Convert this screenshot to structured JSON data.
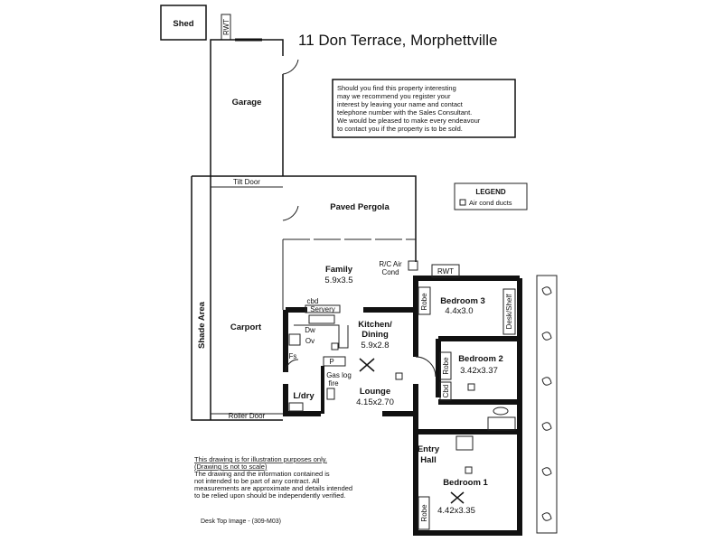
{
  "title": "11 Don Terrace,  Morphettville",
  "rooms": {
    "shed": "Shed",
    "rwt_top": "RWT",
    "garage": "Garage",
    "tilt_door": "Tilt Door",
    "paved_pergola": "Paved Pergola",
    "shade_area": "Shade Area",
    "carport": "Carport",
    "roller_door": "Roller Door",
    "family": "Family",
    "family_size": "5.9x3.5",
    "rc_air_1": "R/C Air",
    "rc_air_2": "Cond",
    "rwt_right": "RWT",
    "cbd": "cbd",
    "servery": "Servery",
    "dw": "Dw",
    "ov": "Ov",
    "fs": "Fs",
    "p": "P",
    "kitchen_1": "Kitchen/",
    "kitchen_2": "Dining",
    "kitchen_size": "5.9x2.8",
    "gas_log_1": "Gas log",
    "gas_log_2": "fire",
    "lounge": "Lounge",
    "lounge_size": "4.15x2.70",
    "ldry": "L/dry",
    "bedroom3": "Bedroom 3",
    "bedroom3_size": "4.4x3.0",
    "robe": "Robe",
    "desk_shelf": "Desk/Shelf",
    "bedroom2": "Bedroom 2",
    "bedroom2_size": "3.42x3.37",
    "cbd2": "Cbd",
    "entry_1": "Entry",
    "entry_2": "Hall",
    "bedroom1": "Bedroom 1",
    "bedroom1_size": "4.42x3.35"
  },
  "notice": [
    "Should you find this property interesting",
    "may we recommend you register your",
    "interest by leaving your name and contact",
    "telephone number with the Sales Consultant.",
    "We would be pleased to make every endeavour",
    "to contact you if the property is to be sold."
  ],
  "legend": {
    "title": "LEGEND",
    "item": "Air cond ducts"
  },
  "disclaimer": [
    "This drawing is for illustration purposes only.",
    "(Drawing is not to scale)",
    "The drawing and the information contained is",
    "not intended to be part of any contract.  All",
    "measurements are approximate and details intended",
    "to be relied upon should be independently verified."
  ],
  "footer": "Desk Top Image - (309-M03)"
}
